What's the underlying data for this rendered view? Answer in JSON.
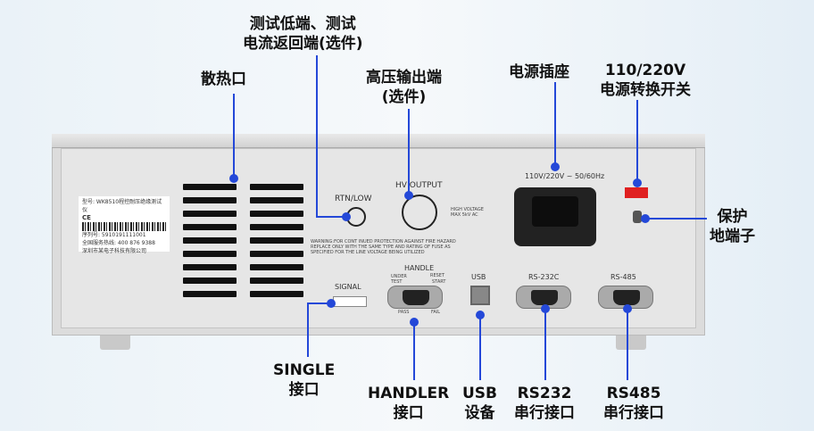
{
  "annotations": {
    "vent": "散热口",
    "rtn_low": [
      "测试低端、测试",
      "电流返回端(选件)"
    ],
    "hv_output": [
      "高压输出端",
      "(选件)"
    ],
    "power_socket": "电源插座",
    "voltage_switch": [
      "110/220V",
      "电源转换开关"
    ],
    "ground": [
      "保护",
      "地端子"
    ],
    "single": [
      "SINGLE",
      "接口"
    ],
    "handler": [
      "HANDLER",
      "接口"
    ],
    "usb": [
      "USB",
      "设备"
    ],
    "rs232": [
      "RS232",
      "串行接口"
    ],
    "rs485": [
      "RS485",
      "串行接口"
    ]
  },
  "panel": {
    "rtn_low": "RTN/LOW",
    "hv_output": "HV OUTPUT",
    "power_rating": "110V/220V ~ 50/60Hz",
    "signal": "SIGNAL",
    "handle": "HANDLE",
    "usb": "USB",
    "rs232c": "RS-232C",
    "rs485": "RS-485",
    "high_voltage_warning": [
      "HIGH VOLTAGE",
      "MAX 5kV AC"
    ],
    "warning": [
      "WARNING:FOR CONT INUED PROTECTION AGAINST FIRE HAZARD",
      "REPLACE ONLY WITH THE SAME TYPE AND RATING OF FUSE AS",
      "SPECIFIED FOR THE LINE VOLTAGE BEING UTILIZED"
    ],
    "handle_pins": [
      "UNDER TEST",
      "RESET",
      "START",
      "PASS",
      "FAIL"
    ],
    "sticker": {
      "model": "型号: WK8510程控耐压绝缘测试仪",
      "serial": "序列号: 5910191111001",
      "hotline": "全国服务热线: 400 876 9388",
      "company": "深圳市某电子科技有限公司"
    }
  },
  "colors": {
    "line": "#2448d8",
    "switch": "#e02020"
  }
}
